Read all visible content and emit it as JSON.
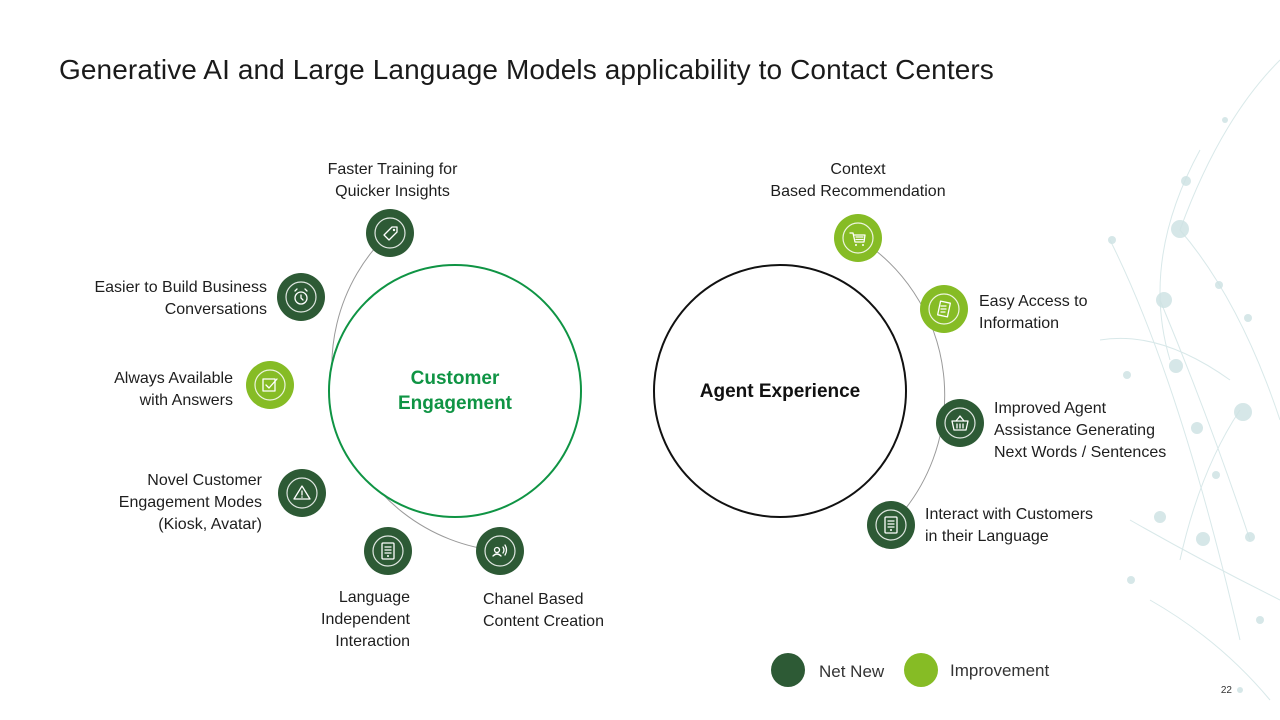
{
  "slide": {
    "title": "Generative AI and Large Language Models applicability to Contact Centers",
    "page_number": "22"
  },
  "colors": {
    "net_new": "#2d5a35",
    "improvement": "#86bc25",
    "customer_green": "#0f9444",
    "ring_gray": "#9a9a9a"
  },
  "customer": {
    "center_label": "Customer\nEngagement",
    "items": [
      {
        "label": "Faster Training for\nQuicker Insights",
        "type": "net_new",
        "icon": "tag-icon"
      },
      {
        "label": "Easier to Build Business\nConversations",
        "type": "net_new",
        "icon": "alarm-clock-icon"
      },
      {
        "label": "Always Available\nwith Answers",
        "type": "improvement",
        "icon": "checkbox-icon"
      },
      {
        "label": "Novel Customer\nEngagement Modes\n(Kiosk, Avatar)",
        "type": "net_new",
        "icon": "warning-icon"
      },
      {
        "label": "Language\nIndependent\nInteraction",
        "type": "net_new",
        "icon": "document-icon"
      },
      {
        "label": "Chanel Based\nContent Creation",
        "type": "net_new",
        "icon": "voice-user-icon"
      }
    ]
  },
  "agent": {
    "center_label": "Agent Experience",
    "items": [
      {
        "label": "Context\nBased Recommendation",
        "type": "improvement",
        "icon": "cart-icon"
      },
      {
        "label": "Easy Access to\nInformation",
        "type": "improvement",
        "icon": "notes-icon"
      },
      {
        "label": "Improved Agent\nAssistance Generating\nNext Words / Sentences",
        "type": "net_new",
        "icon": "basket-icon"
      },
      {
        "label": "Interact with Customers\nin their Language",
        "type": "net_new",
        "icon": "document-icon"
      }
    ]
  },
  "legend": {
    "net_new": "Net New",
    "improvement": "Improvement"
  }
}
